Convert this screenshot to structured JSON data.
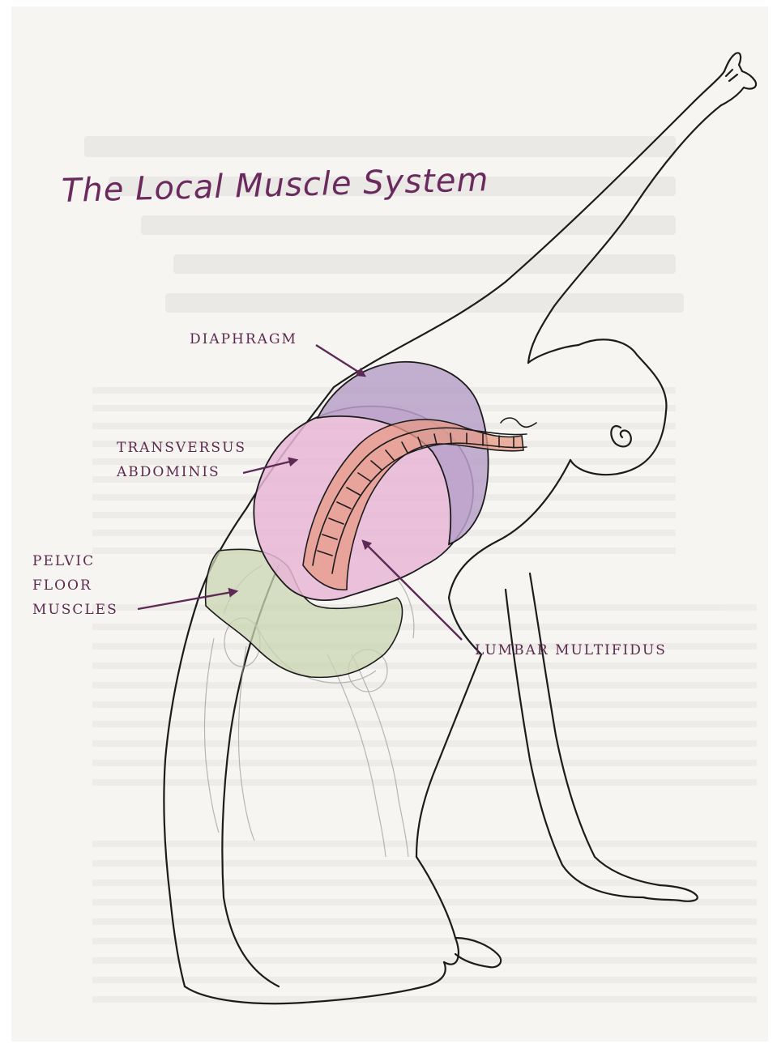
{
  "title": "The Local Muscle System",
  "labels": {
    "diaphragm": "DIAPHRAGM",
    "transversus_line1": "TRANSVERSUS",
    "transversus_line2": "ABDOMINIS",
    "pelvic_line1": "PELVIC",
    "pelvic_line2": "FLOOR",
    "pelvic_line3": "MUSCLES",
    "lumbar_multifidus": "LUMBAR MULTIFIDUS"
  },
  "colors": {
    "title": "#6b2a5e",
    "label": "#5c2a4f",
    "arrow": "#5e2a55",
    "diaphragm": "#b8a1c9",
    "transversus": "#e8b6d6",
    "multifidus": "#e79a86",
    "pelvic_floor": "#c9d6b2",
    "outline": "#1c1c1c"
  }
}
